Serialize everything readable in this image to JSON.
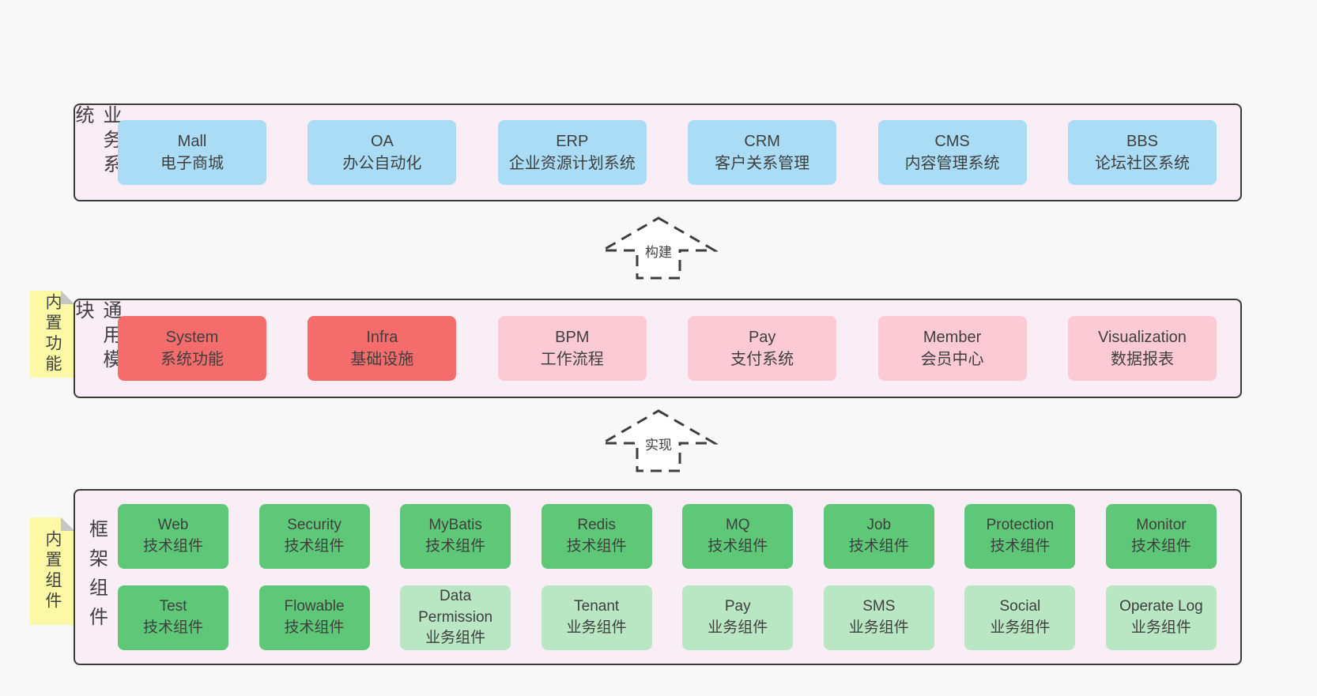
{
  "colors": {
    "page_bg": "#f8f8f8",
    "band_bg": "#f9edf6",
    "band_border": "#3b3b3b",
    "text": "#3f3f3f",
    "sticky_bg": "#fbf9a6",
    "sticky_fold": "#c6c6c6",
    "blue": "#aadcf5",
    "red": "#f56c6c",
    "pink": "#fccad4",
    "green": "#5ec878",
    "lightGreen": "#b9e6c3"
  },
  "arrows": [
    {
      "label": "构建"
    },
    {
      "label": "实现"
    }
  ],
  "bands": [
    {
      "label": "业务系统",
      "rows": [
        [
          {
            "name": "Mall",
            "subtitle": "电子商城",
            "type": "blue"
          },
          {
            "name": "OA",
            "subtitle": "办公自动化",
            "type": "blue"
          },
          {
            "name": "ERP",
            "subtitle": "企业资源计划系统",
            "type": "blue"
          },
          {
            "name": "CRM",
            "subtitle": "客户关系管理",
            "type": "blue"
          },
          {
            "name": "CMS",
            "subtitle": "内容管理系统",
            "type": "blue"
          },
          {
            "name": "BBS",
            "subtitle": "论坛社区系统",
            "type": "blue"
          }
        ]
      ]
    },
    {
      "label": "通用模块",
      "sticky": "内置功能",
      "rows": [
        [
          {
            "name": "System",
            "subtitle": "系统功能",
            "type": "red"
          },
          {
            "name": "Infra",
            "subtitle": "基础设施",
            "type": "red"
          },
          {
            "name": "BPM",
            "subtitle": "工作流程",
            "type": "pink"
          },
          {
            "name": "Pay",
            "subtitle": "支付系统",
            "type": "pink"
          },
          {
            "name": "Member",
            "subtitle": "会员中心",
            "type": "pink"
          },
          {
            "name": "Visualization",
            "subtitle": "数据报表",
            "type": "pink"
          }
        ]
      ]
    },
    {
      "label": "框架组件",
      "sticky": "内置组件",
      "rows": [
        [
          {
            "name": "Web",
            "subtitle": "技术组件",
            "type": "green"
          },
          {
            "name": "Security",
            "subtitle": "技术组件",
            "type": "green"
          },
          {
            "name": "MyBatis",
            "subtitle": "技术组件",
            "type": "green"
          },
          {
            "name": "Redis",
            "subtitle": "技术组件",
            "type": "green"
          },
          {
            "name": "MQ",
            "subtitle": "技术组件",
            "type": "green"
          },
          {
            "name": "Job",
            "subtitle": "技术组件",
            "type": "green"
          },
          {
            "name": "Protection",
            "subtitle": "技术组件",
            "type": "green"
          },
          {
            "name": "Monitor",
            "subtitle": "技术组件",
            "type": "green"
          }
        ],
        [
          {
            "name": "Test",
            "subtitle": "技术组件",
            "type": "green"
          },
          {
            "name": "Flowable",
            "subtitle": "技术组件",
            "type": "green"
          },
          {
            "name": "Data Permission",
            "subtitle": "业务组件",
            "type": "lightGreen"
          },
          {
            "name": "Tenant",
            "subtitle": "业务组件",
            "type": "lightGreen"
          },
          {
            "name": "Pay",
            "subtitle": "业务组件",
            "type": "lightGreen"
          },
          {
            "name": "SMS",
            "subtitle": "业务组件",
            "type": "lightGreen"
          },
          {
            "name": "Social",
            "subtitle": "业务组件",
            "type": "lightGreen"
          },
          {
            "name": "Operate Log",
            "subtitle": "业务组件",
            "type": "lightGreen"
          }
        ]
      ]
    }
  ]
}
